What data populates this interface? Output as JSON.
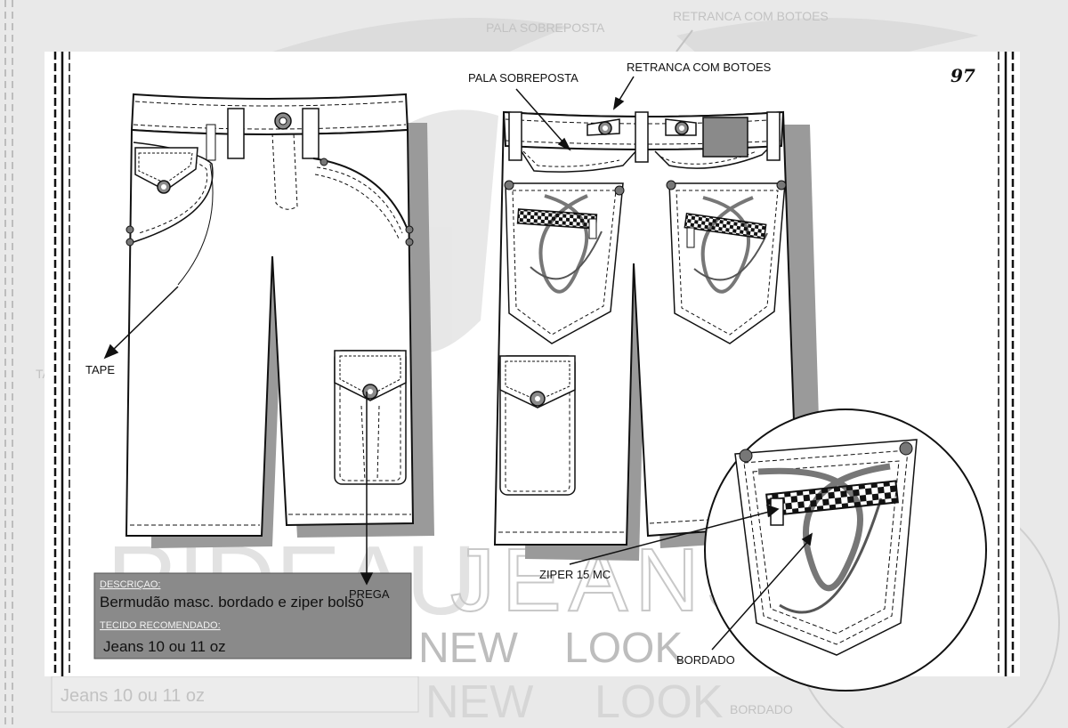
{
  "page_number": "97",
  "labels": {
    "pala": "PALA SOBREPOSTA",
    "retranca": "RETRANCA COM BOTOES",
    "tape": "TAPE",
    "prega": "PREGA",
    "ziper": "ZIPER 15 MC",
    "bordado": "BORDADO"
  },
  "description": {
    "heading": "DESCRIÇAO:",
    "text": "Bermudão masc. bordado e ziper bolso",
    "fabric_heading": "TECIDO RECOMENDADO:",
    "fabric": "Jeans 10  ou 11 oz"
  },
  "background": {
    "brand_top": "JEANS",
    "brand_bottom_left": "NEW",
    "brand_bottom_right": "LOOK",
    "ghost_fabric": "Jeans 10  ou 11 oz",
    "ghost_tape": "TA",
    "ghost_number": "3",
    "ghost_left": "RIDEAU"
  },
  "colors": {
    "paper": "#ffffff",
    "background": "#e9e9e9",
    "shadow": "#9a9a9a",
    "description_box": "#8a8a8a",
    "outline": "#111111"
  }
}
